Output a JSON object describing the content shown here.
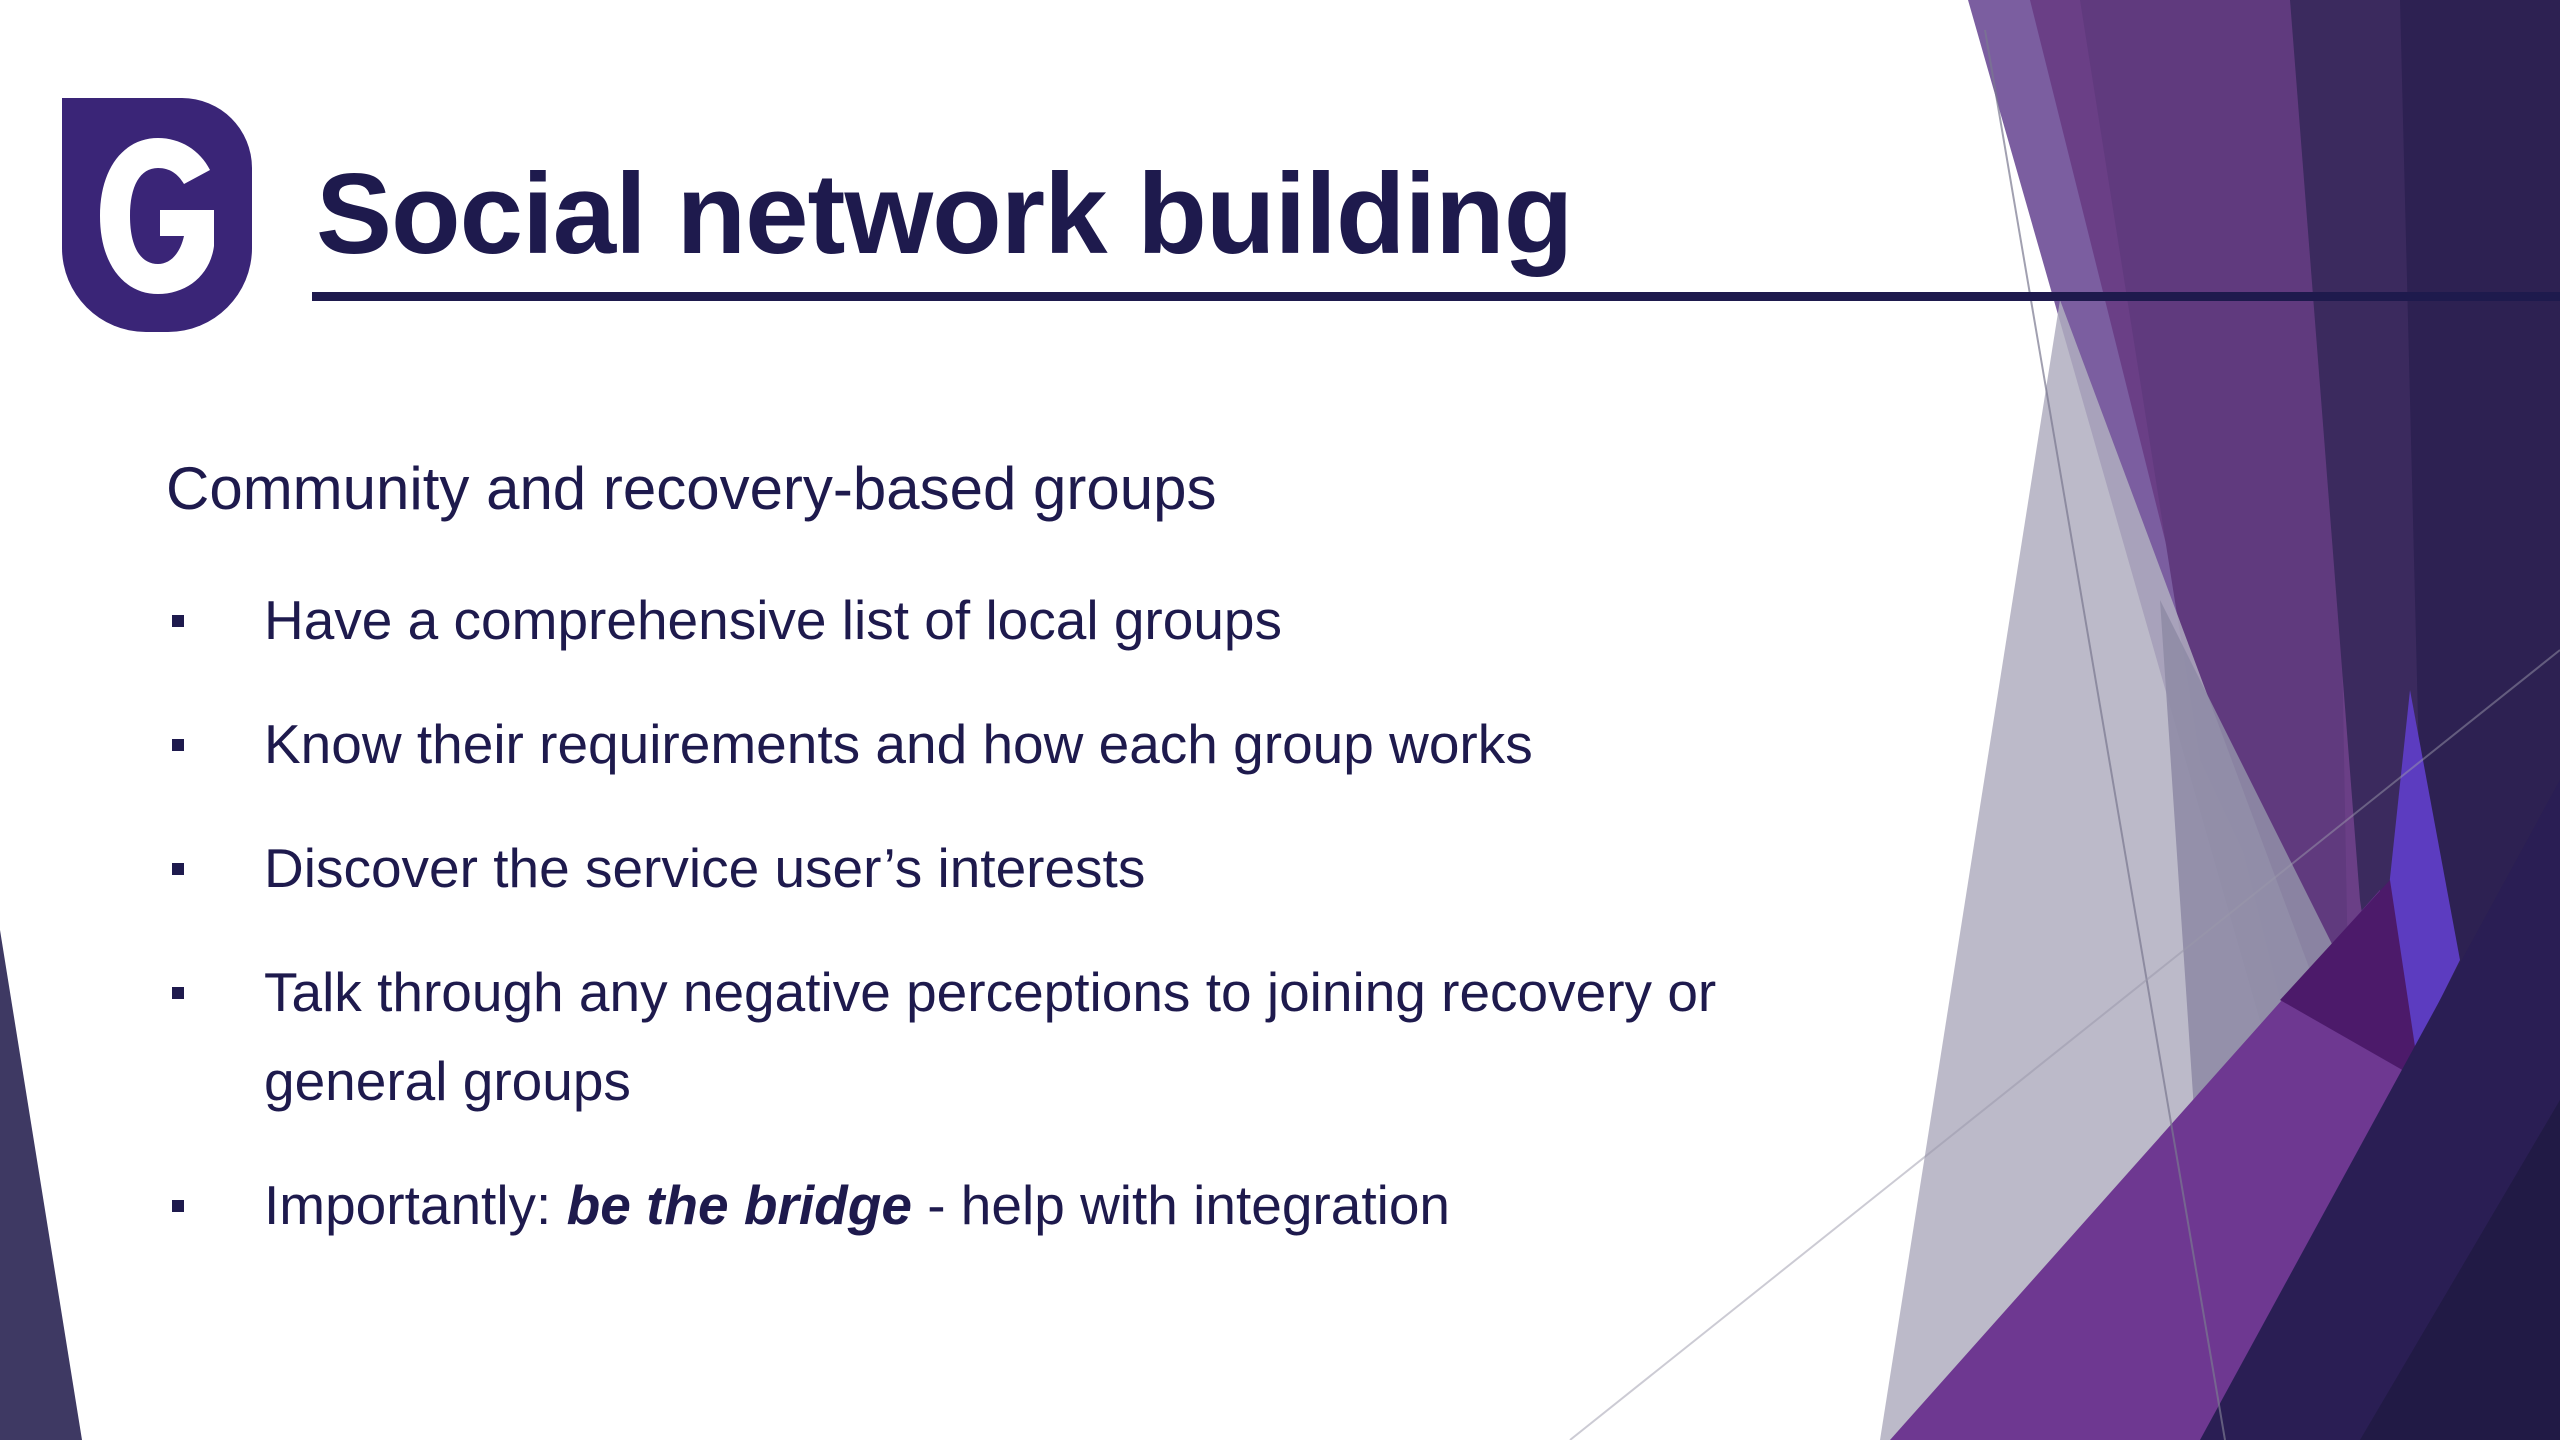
{
  "slide": {
    "title": "Social network building",
    "logo_letter": "G",
    "subheading": "Community and recovery-based groups",
    "bullets": [
      {
        "text": "Have a comprehensive list of local groups"
      },
      {
        "text": "Know their requirements and how each group works"
      },
      {
        "text": "Discover the service user’s interests"
      },
      {
        "text": "Talk through any negative perceptions to joining recovery or general groups"
      },
      {
        "prefix": "Importantly: ",
        "emphasis": "be the bridge",
        "suffix": " - help with integration"
      }
    ]
  },
  "colors": {
    "title_text": "#1e1a4d",
    "body_text": "#1e1a4d",
    "logo_purple": "#3a2577",
    "accent_purple": "#6a3b8f",
    "deep_purple": "#2a1e56",
    "violet": "#5b3fbf",
    "grey": "#a6a4b8"
  }
}
